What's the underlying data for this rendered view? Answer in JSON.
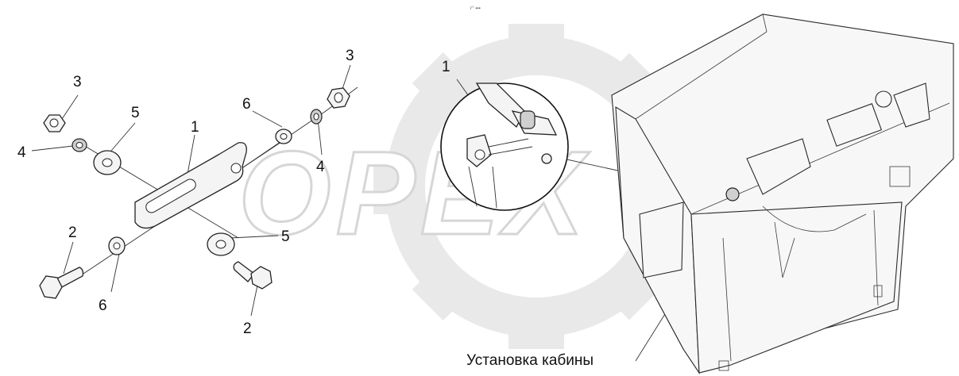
{
  "header_mark": "г° ▪▪▪",
  "watermark": "OPEX",
  "callouts": {
    "nut_left": "3",
    "nut_right": "3",
    "lockwasher_left": "4",
    "lockwasher_right": "4",
    "washer_left": "5",
    "washer_bottom": "5",
    "bracket": "1",
    "bracket_zoom": "1",
    "bolt_left": "2",
    "bolt_bottom": "2",
    "washer_small_top": "6",
    "washer_small_bottom": "6"
  },
  "caption": "Установка кабины"
}
